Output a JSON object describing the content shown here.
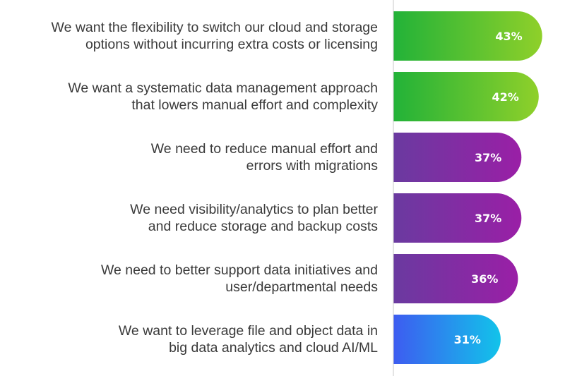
{
  "chart_data": {
    "type": "bar",
    "orientation": "horizontal",
    "categories": [
      [
        "We want the flexibility to switch our cloud and storage",
        "options without incurring extra costs or licensing"
      ],
      [
        "We want a systematic data management approach",
        "that lowers manual effort and complexity"
      ],
      [
        "We need to reduce manual effort and",
        "errors with migrations"
      ],
      [
        "We need visibility/analytics to plan better",
        "and reduce storage and backup costs"
      ],
      [
        "We need to better support data initiatives and",
        "user/departmental needs"
      ],
      [
        "We want to leverage file and object data in",
        "big data analytics and cloud AI/ML"
      ]
    ],
    "values": [
      43,
      42,
      37,
      37,
      36,
      31
    ],
    "value_labels": [
      "43%",
      "42%",
      "37%",
      "37%",
      "36%",
      "31%"
    ],
    "bar_colors": [
      [
        "#22b238",
        "#8fd02a"
      ],
      [
        "#22b238",
        "#8fd02a"
      ],
      [
        "#6a3aa0",
        "#9a1fa6"
      ],
      [
        "#6a3aa0",
        "#9a1fa6"
      ],
      [
        "#6a3aa0",
        "#9a1fa6"
      ],
      [
        "#3d5cf0",
        "#12c3ea"
      ]
    ],
    "axis_line_color": "#c8c8c8",
    "value_label_color": "#ffffff",
    "grid": false,
    "legend": "none"
  }
}
